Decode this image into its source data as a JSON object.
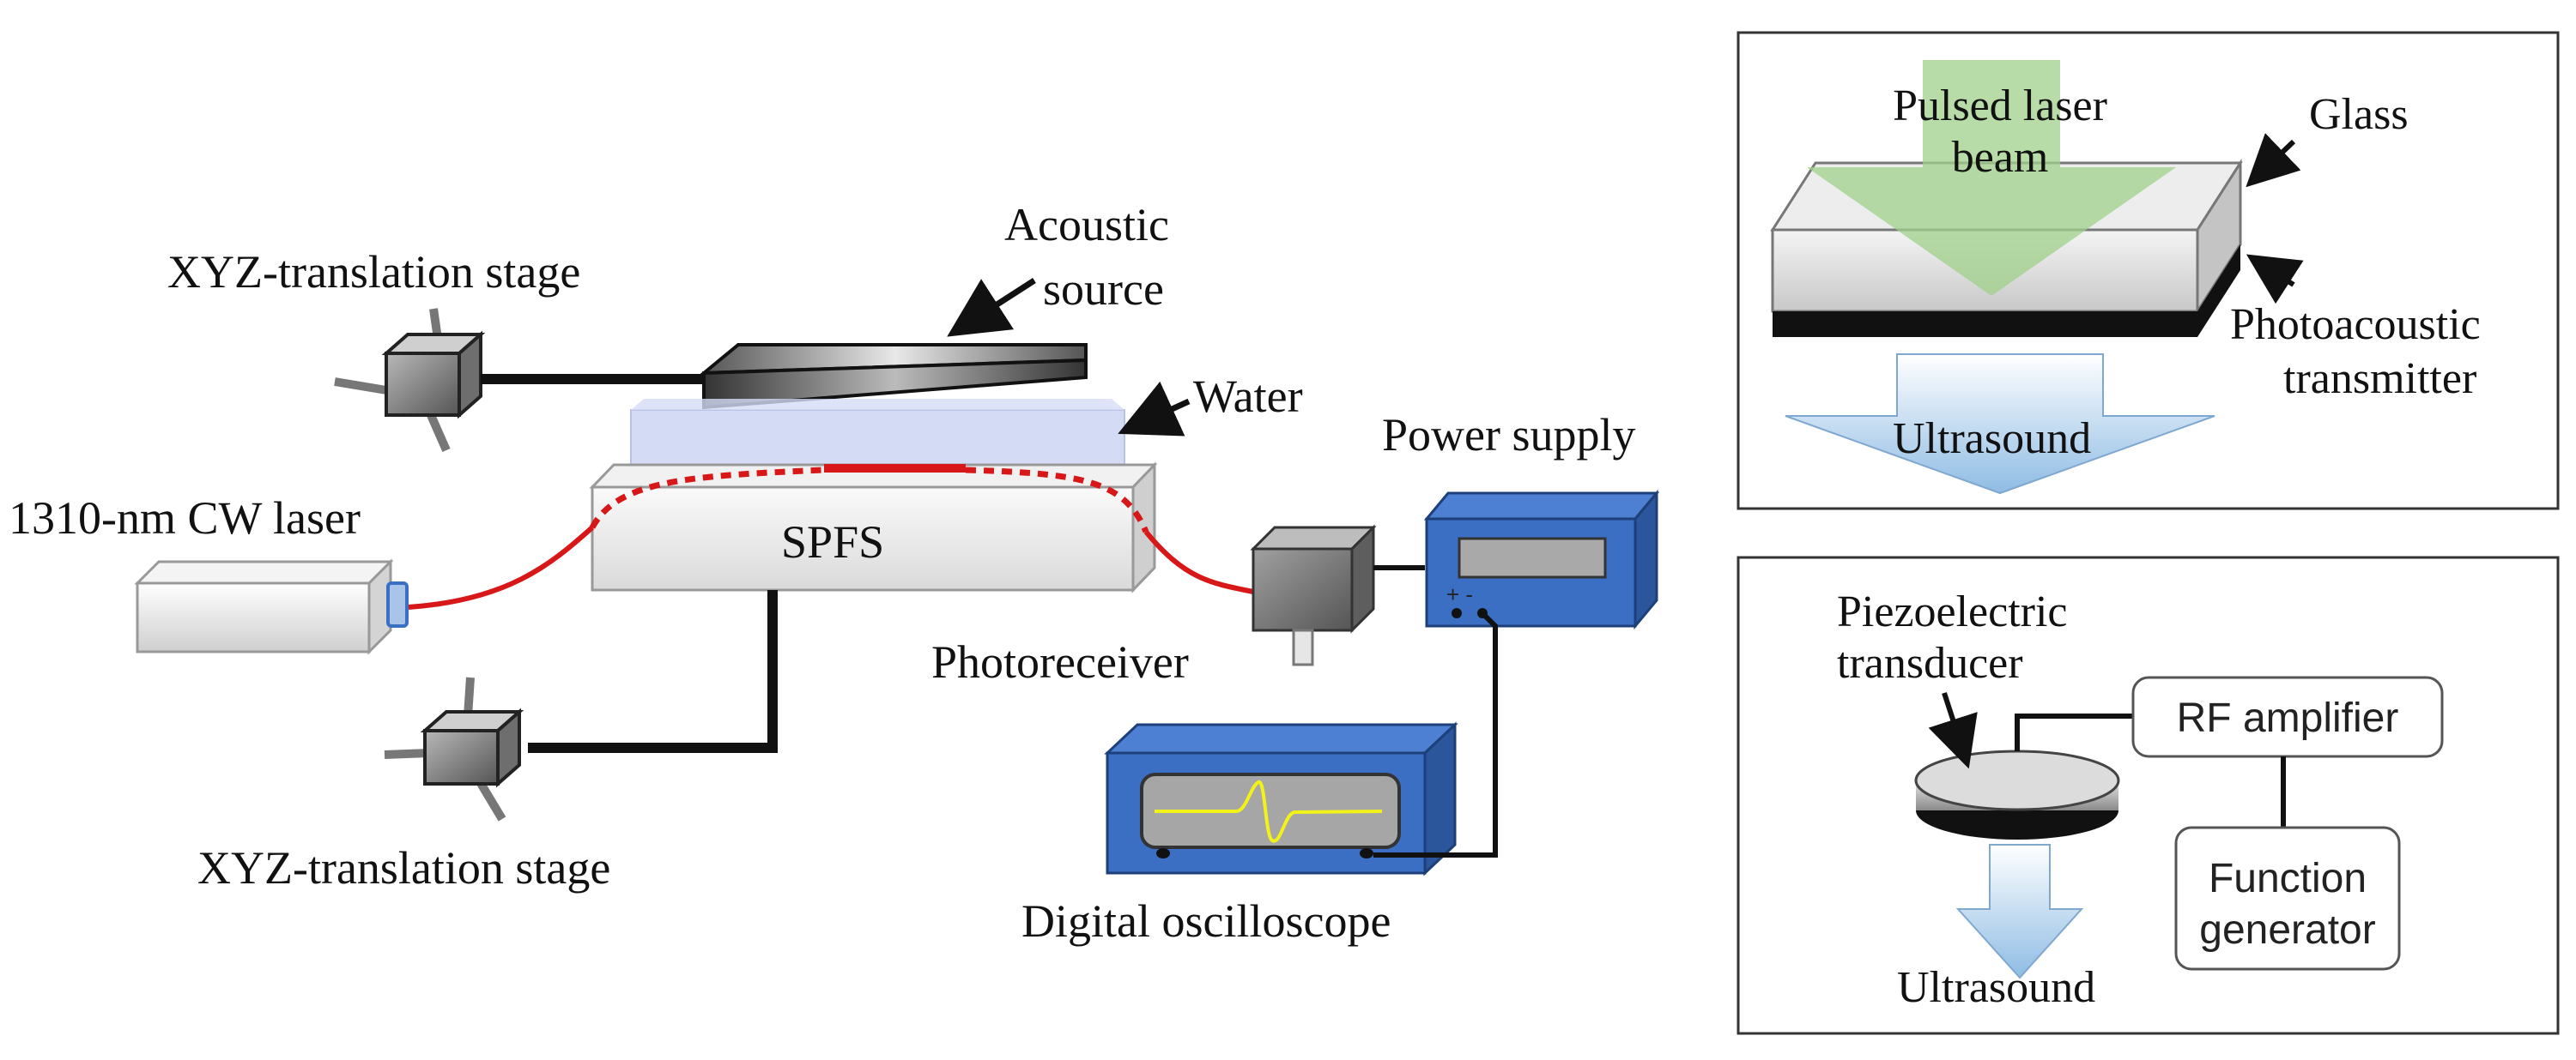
{
  "labels": {
    "xyz_stage_top": "XYZ-translation stage",
    "xyz_stage_bottom": "XYZ-translation stage",
    "acoustic_source_line1": "Acoustic",
    "acoustic_source_line2": "source",
    "water": "Water",
    "power_supply": "Power supply",
    "laser": "1310-nm CW laser",
    "spfs": "SPFS",
    "photoreceiver": "Photoreceiver",
    "oscilloscope": "Digital oscilloscope",
    "power_polarity": "+ -"
  },
  "photoacoustic_panel": {
    "beam_line1": "Pulsed laser",
    "beam_line2": "beam",
    "glass": "Glass",
    "transmitter_line1": "Photoacoustic",
    "transmitter_line2": "transmitter",
    "ultrasound": "Ultrasound"
  },
  "piezo_panel": {
    "transducer_line1": "Piezoelectric",
    "transducer_line2": "transducer",
    "rf_amplifier": "RF amplifier",
    "function_generator_line1": "Function",
    "function_generator_line2": "generator",
    "ultrasound": "Ultrasound"
  },
  "colors": {
    "fiber": "#d81818",
    "instrument_blue": "#3a6fc4",
    "water": "#c6cff0",
    "beam_green": "#9fd08a",
    "ultrasound_blue": "#a9cdea"
  }
}
